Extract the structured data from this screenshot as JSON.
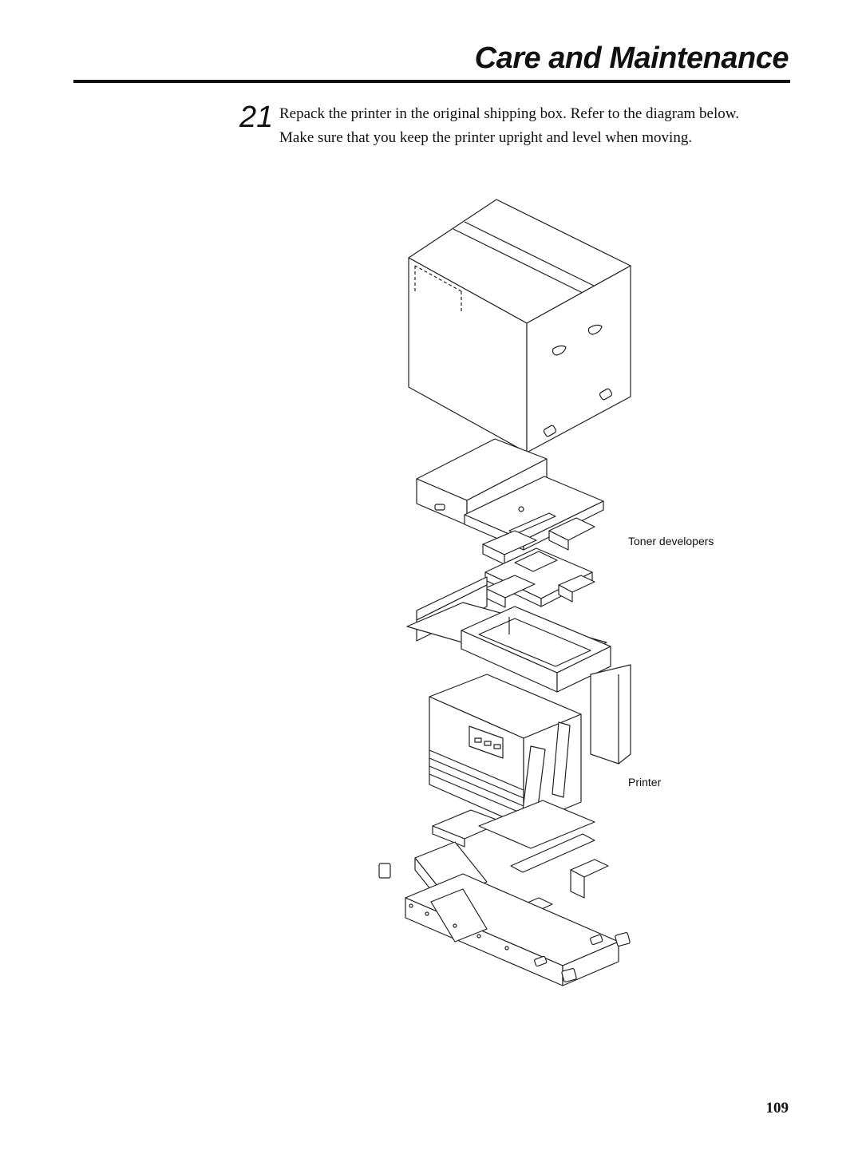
{
  "header": {
    "title": "Care and Maintenance"
  },
  "step": {
    "number": "21",
    "text": "Repack the printer in the original shipping box. Refer to the diagram below. Make sure that you keep the printer upright and level when moving."
  },
  "diagram": {
    "labels": {
      "toner_developers": "Toner developers",
      "printer": "Printer"
    }
  },
  "footer": {
    "page_number": "109"
  }
}
